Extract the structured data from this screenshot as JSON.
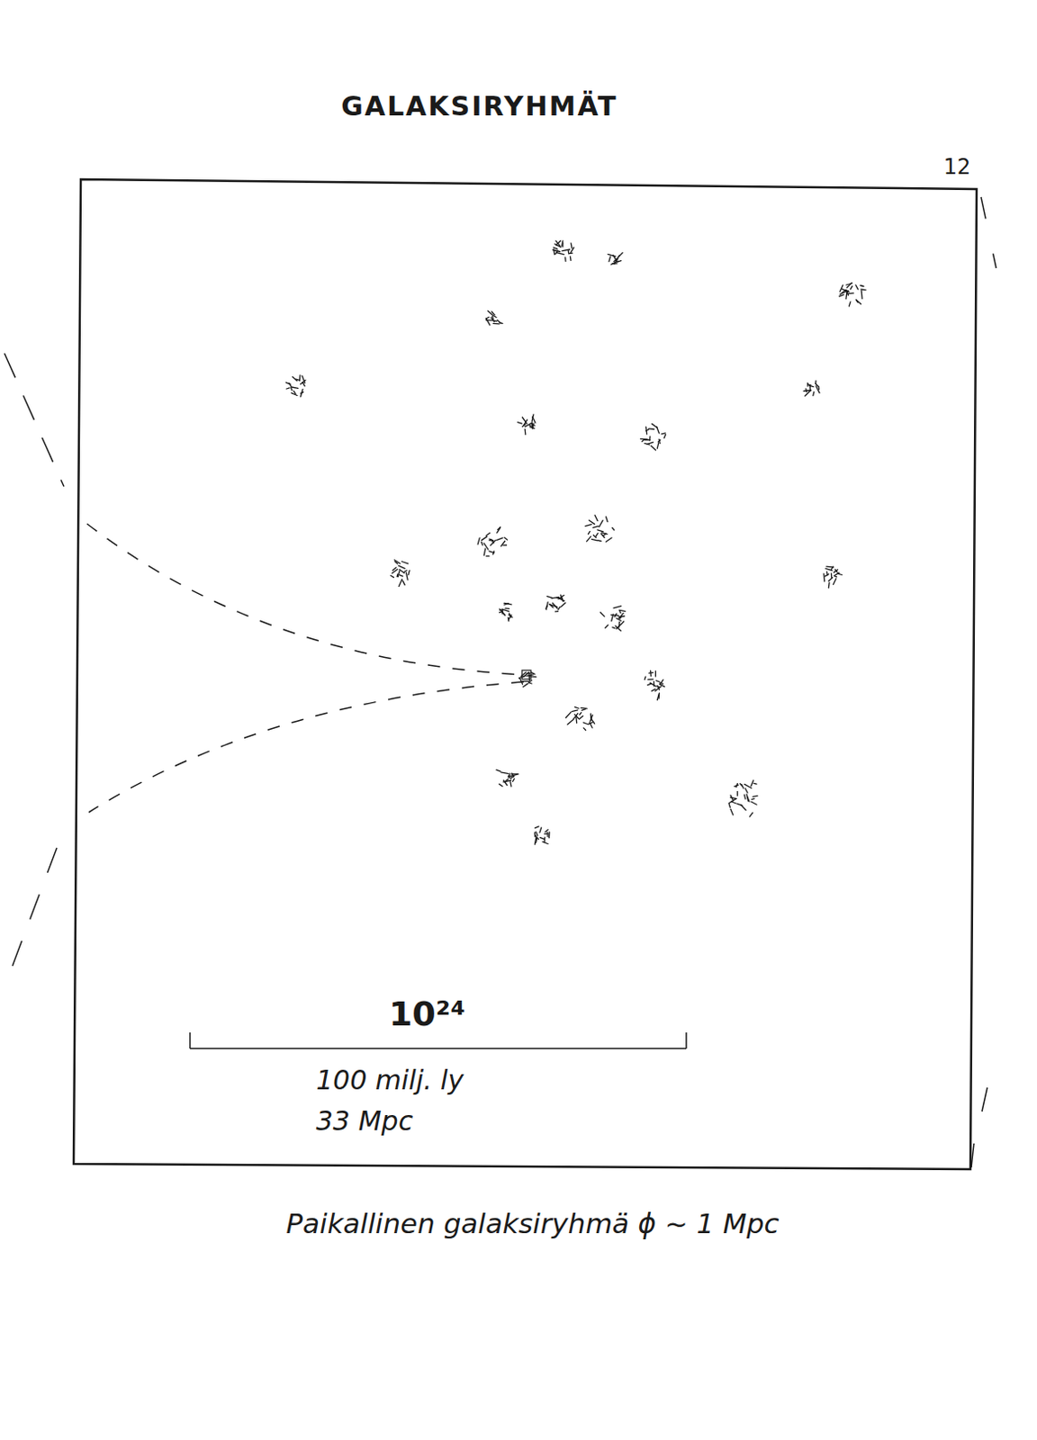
{
  "diagram": {
    "title": "GALAKSIRYHMÄT",
    "caption": "Paikallinen galaksiryhmä ϕ ~ 1 Mpc",
    "labels": [
      "12",
      "10²⁴",
      "100 milj. ly",
      "33 Mpc"
    ]
  }
}
